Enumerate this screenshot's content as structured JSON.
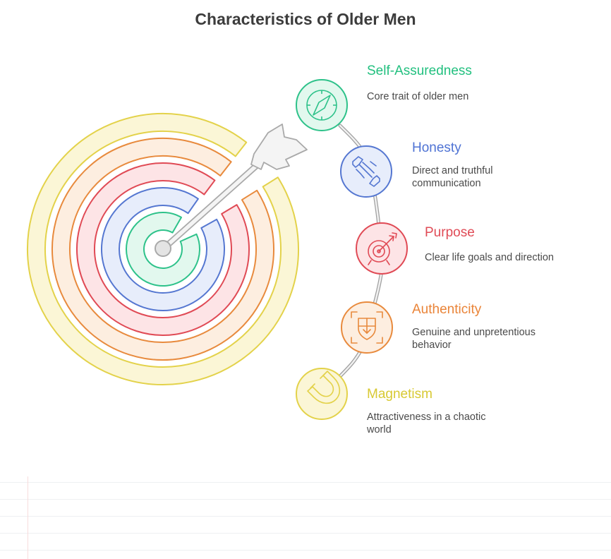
{
  "title": "Characteristics of Older Men",
  "items": [
    {
      "title": "Self-Assuredness",
      "desc": "Core trait of older men",
      "icon": "compass-icon",
      "stroke": "#2ec28a",
      "fill": "#e2f8ee",
      "textColor": "#22c07f"
    },
    {
      "title": "Honesty",
      "desc": "Direct and truthful communication",
      "icon": "handshake-icon",
      "stroke": "#5577d1",
      "fill": "#e7edfb",
      "textColor": "#4f73d4"
    },
    {
      "title": "Purpose",
      "desc": "Clear life goals and direction",
      "icon": "target-icon",
      "stroke": "#e04a55",
      "fill": "#fde4e6",
      "textColor": "#e04b56"
    },
    {
      "title": "Authenticity",
      "desc": "Genuine and unpretentious behavior",
      "icon": "shield-icon",
      "stroke": "#e88a3d",
      "fill": "#fdeee0",
      "textColor": "#ea8438"
    },
    {
      "title": "Magnetism",
      "desc": "Attractiveness in a chaotic world",
      "icon": "magnet-icon",
      "stroke": "#e3d24a",
      "fill": "#fbf6d6",
      "textColor": "#d8c933"
    }
  ]
}
